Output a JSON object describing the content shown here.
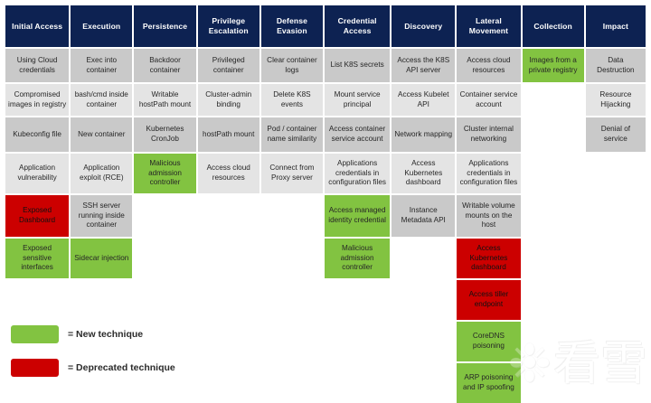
{
  "legend": {
    "new": {
      "label": "= New technique",
      "color": "#82c341"
    },
    "deprecated": {
      "label": "= Deprecated technique",
      "color": "#cc0000"
    }
  },
  "watermark": {
    "flake": "❉",
    "text": "看雪"
  },
  "colors": {
    "header_bg": "#0d2252",
    "row_dark": "#c9c9c9",
    "row_light": "#e4e4e4",
    "new": "#82c341",
    "deprecated": "#cc0000"
  },
  "matrix": {
    "columns": [
      {
        "header": "Initial Access",
        "width": 72,
        "cells": [
          {
            "label": "Using Cloud credentials",
            "state": "normal"
          },
          {
            "label": "Compromised images in registry",
            "state": "normal"
          },
          {
            "label": "Kubeconfig file",
            "state": "normal"
          },
          {
            "label": "Application vulnerability",
            "state": "normal"
          },
          {
            "label": "Exposed Dashboard",
            "state": "deprecated"
          },
          {
            "label": "Exposed sensitive interfaces",
            "state": "new"
          }
        ]
      },
      {
        "header": "Execution",
        "width": 70,
        "cells": [
          {
            "label": "Exec into container",
            "state": "normal"
          },
          {
            "label": "bash/cmd inside container",
            "state": "normal"
          },
          {
            "label": "New container",
            "state": "normal"
          },
          {
            "label": "Application exploit (RCE)",
            "state": "normal"
          },
          {
            "label": "SSH server running inside container",
            "state": "normal"
          },
          {
            "label": "Sidecar injection",
            "state": "new"
          }
        ]
      },
      {
        "header": "Persistence",
        "width": 70,
        "cells": [
          {
            "label": "Backdoor container",
            "state": "normal"
          },
          {
            "label": "Writable hostPath mount",
            "state": "normal"
          },
          {
            "label": "Kubernetes CronJob",
            "state": "normal"
          },
          {
            "label": "Malicious admission controller",
            "state": "new"
          }
        ]
      },
      {
        "header": "Privilege Escalation",
        "width": 70,
        "cells": [
          {
            "label": "Privileged container",
            "state": "normal"
          },
          {
            "label": "Cluster-admin binding",
            "state": "normal"
          },
          {
            "label": "hostPath mount",
            "state": "normal"
          },
          {
            "label": "Access cloud resources",
            "state": "normal"
          }
        ]
      },
      {
        "header": "Defense Evasion",
        "width": 70,
        "cells": [
          {
            "label": "Clear container logs",
            "state": "normal"
          },
          {
            "label": "Delete K8S events",
            "state": "normal"
          },
          {
            "label": "Pod / container name similarity",
            "state": "normal"
          },
          {
            "label": "Connect from Proxy server",
            "state": "normal"
          }
        ]
      },
      {
        "header": "Credential Access",
        "width": 74,
        "cells": [
          {
            "label": "List K8S secrets",
            "state": "normal"
          },
          {
            "label": "Mount service principal",
            "state": "normal"
          },
          {
            "label": "Access container service account",
            "state": "normal"
          },
          {
            "label": "Applications credentials in configuration files",
            "state": "normal"
          },
          {
            "label": "Access managed identity credential",
            "state": "new"
          },
          {
            "label": "Malicious admission controller",
            "state": "new"
          }
        ]
      },
      {
        "header": "Discovery",
        "width": 72,
        "cells": [
          {
            "label": "Access the K8S API server",
            "state": "normal"
          },
          {
            "label": "Access Kubelet API",
            "state": "normal"
          },
          {
            "label": "Network mapping",
            "state": "normal"
          },
          {
            "label": "Access Kubernetes dashboard",
            "state": "normal"
          },
          {
            "label": "Instance Metadata API",
            "state": "normal"
          }
        ]
      },
      {
        "header": "Lateral Movement",
        "width": 72,
        "cells": [
          {
            "label": "Access cloud resources",
            "state": "normal"
          },
          {
            "label": "Container service account",
            "state": "normal"
          },
          {
            "label": "Cluster internal networking",
            "state": "normal"
          },
          {
            "label": "Applications credentials in configuration files",
            "state": "normal"
          },
          {
            "label": "Writable volume mounts on the host",
            "state": "normal"
          },
          {
            "label": "Access Kubernetes dashboard",
            "state": "deprecated"
          },
          {
            "label": "Access tiller endpoint",
            "state": "deprecated"
          },
          {
            "label": "CoreDNS poisoning",
            "state": "new"
          },
          {
            "label": "ARP poisoning and IP spoofing",
            "state": "new"
          }
        ]
      },
      {
        "header": "Collection",
        "width": 70,
        "cells": [
          {
            "label": "Images from a private registry",
            "state": "new"
          }
        ]
      },
      {
        "header": "Impact",
        "width": 68,
        "cells": [
          {
            "label": "Data Destruction",
            "state": "normal"
          },
          {
            "label": "Resource Hijacking",
            "state": "normal"
          },
          {
            "label": "Denial of service",
            "state": "normal"
          }
        ]
      }
    ]
  }
}
